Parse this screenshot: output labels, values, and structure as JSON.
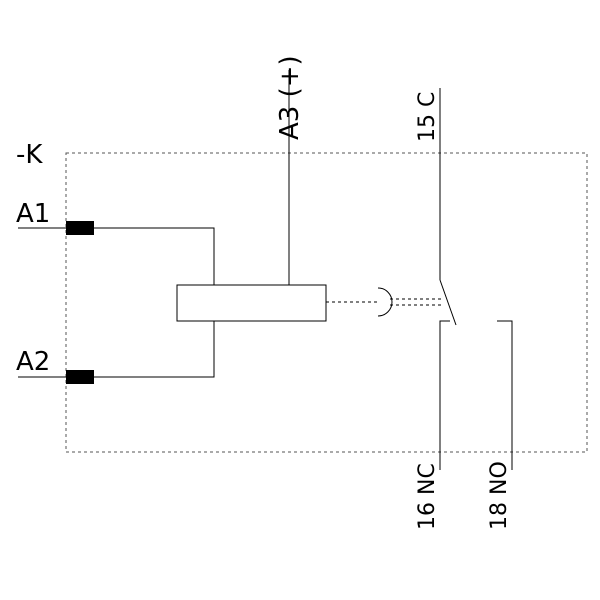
{
  "device_label": "-K",
  "coil_terminals": {
    "a1": "A1",
    "a2": "A2",
    "a3": "A3 (+)"
  },
  "contact_terminals": {
    "common": "15 C",
    "nc": "16 NC",
    "no": "18 NO"
  }
}
